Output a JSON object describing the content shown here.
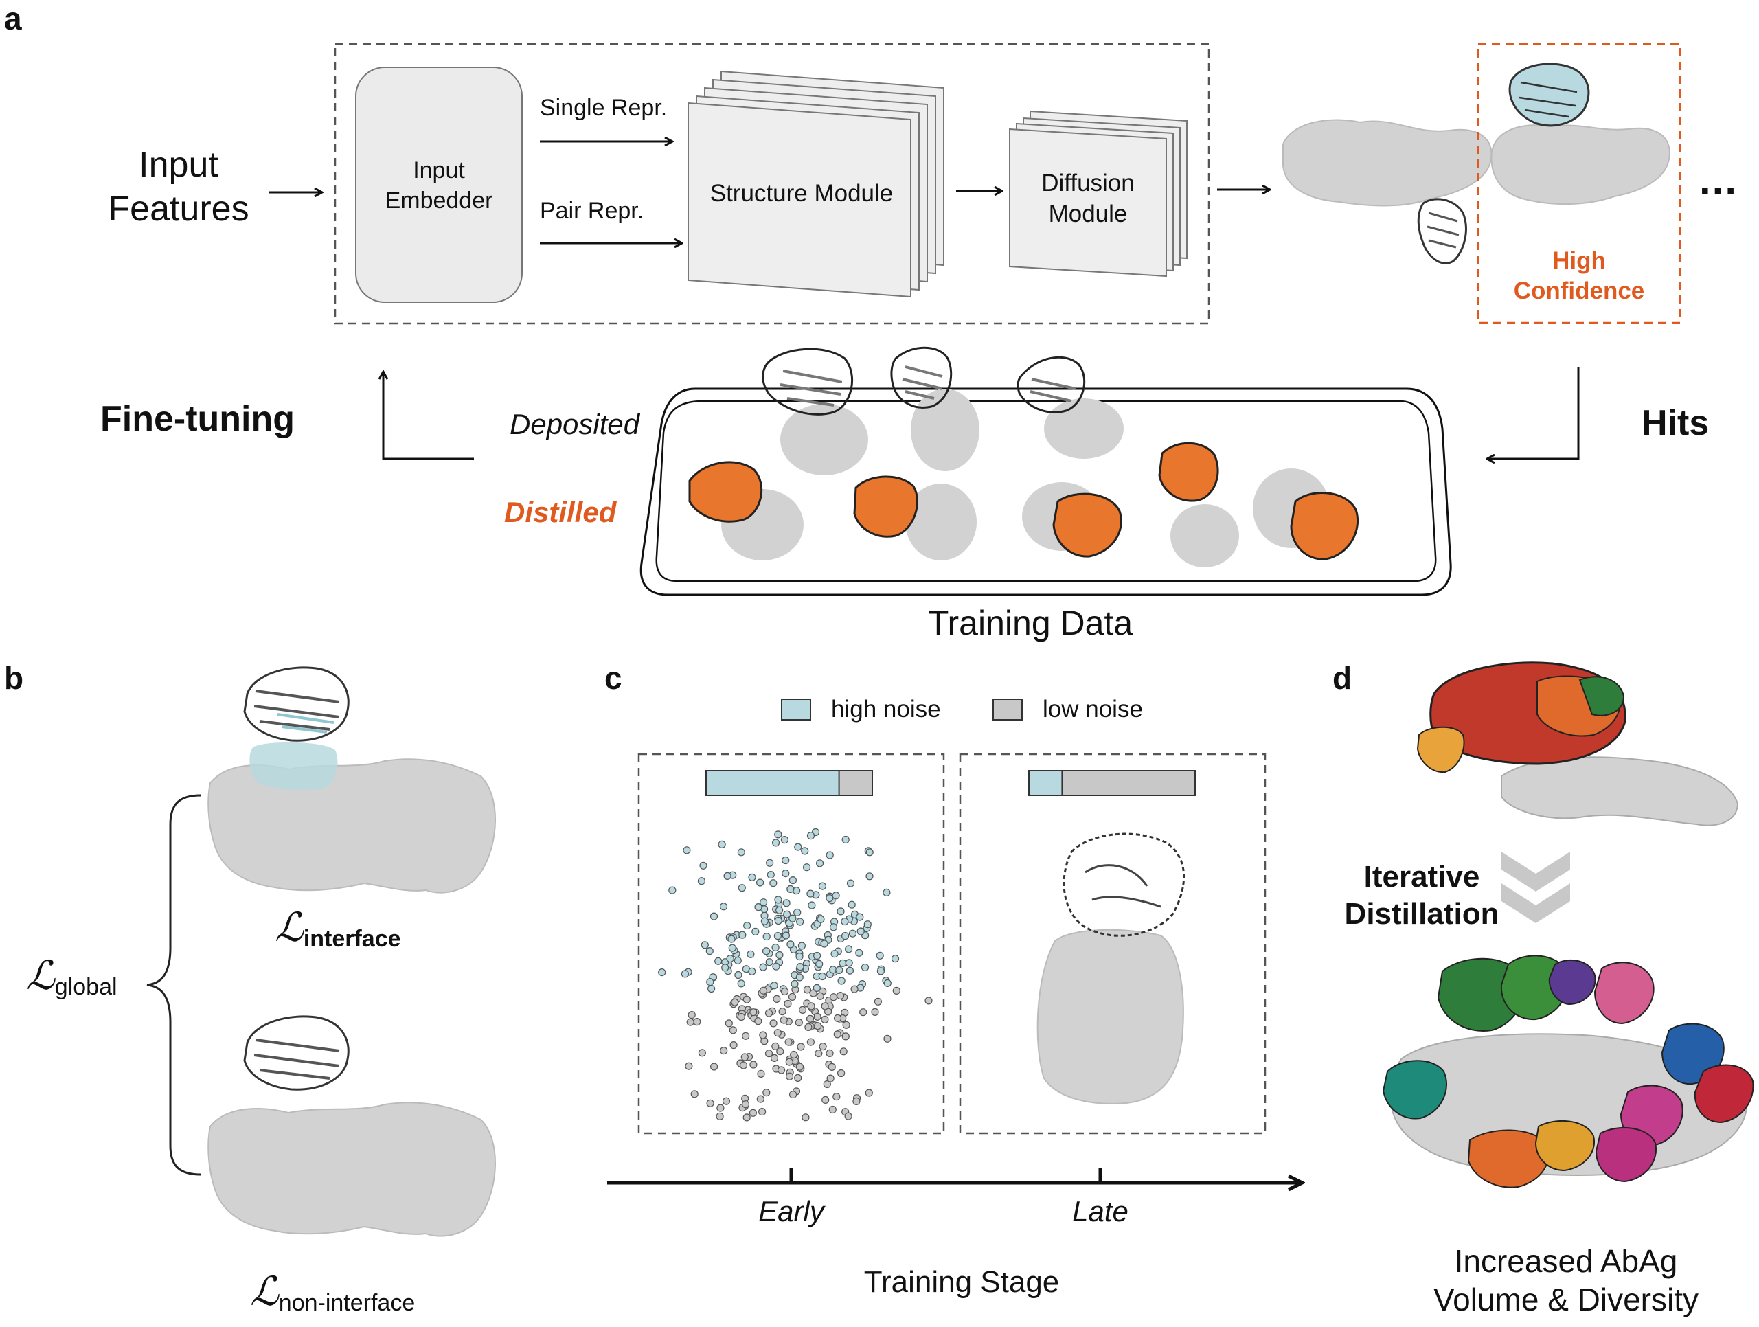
{
  "panels": {
    "a": {
      "letter": "a",
      "input_features": [
        "Input",
        "Features"
      ],
      "input_embedder": [
        "Input",
        "Embedder"
      ],
      "single_repr": "Single Repr.",
      "pair_repr": "Pair Repr.",
      "structure_module": "Structure Module",
      "diffusion_module": [
        "Diffusion",
        "Module"
      ],
      "high_confidence": [
        "High",
        "Confidence"
      ],
      "ellipsis": "...",
      "fine_tuning": "Fine-tuning",
      "hits": "Hits",
      "deposited": "Deposited",
      "distilled": "Distilled",
      "training_data": "Training Data"
    },
    "b": {
      "letter": "b",
      "loss_interface_symbol": "ℒ",
      "loss_interface_sub": "interface",
      "loss_global_symbol": "ℒ",
      "loss_global_sub": "global",
      "loss_noninterface_symbol": "ℒ",
      "loss_noninterface_sub": "non-interface"
    },
    "c": {
      "letter": "c",
      "legend_high": "high noise",
      "legend_low": "low noise",
      "early_noise_fraction": 0.8,
      "late_noise_fraction": 0.2,
      "tick_early": "Early",
      "tick_late": "Late",
      "axis_title": "Training Stage"
    },
    "d": {
      "letter": "d",
      "iterative": [
        "Iterative",
        "Distillation"
      ],
      "increased": [
        "Increased AbAg",
        "Volume & Diversity"
      ]
    }
  },
  "colors": {
    "orange": "#e05a1f",
    "light_blue": "#b7d9df",
    "gray_surface": "#d2d2d2",
    "gray_bar": "#c8c8c8",
    "dash": "#555555"
  }
}
